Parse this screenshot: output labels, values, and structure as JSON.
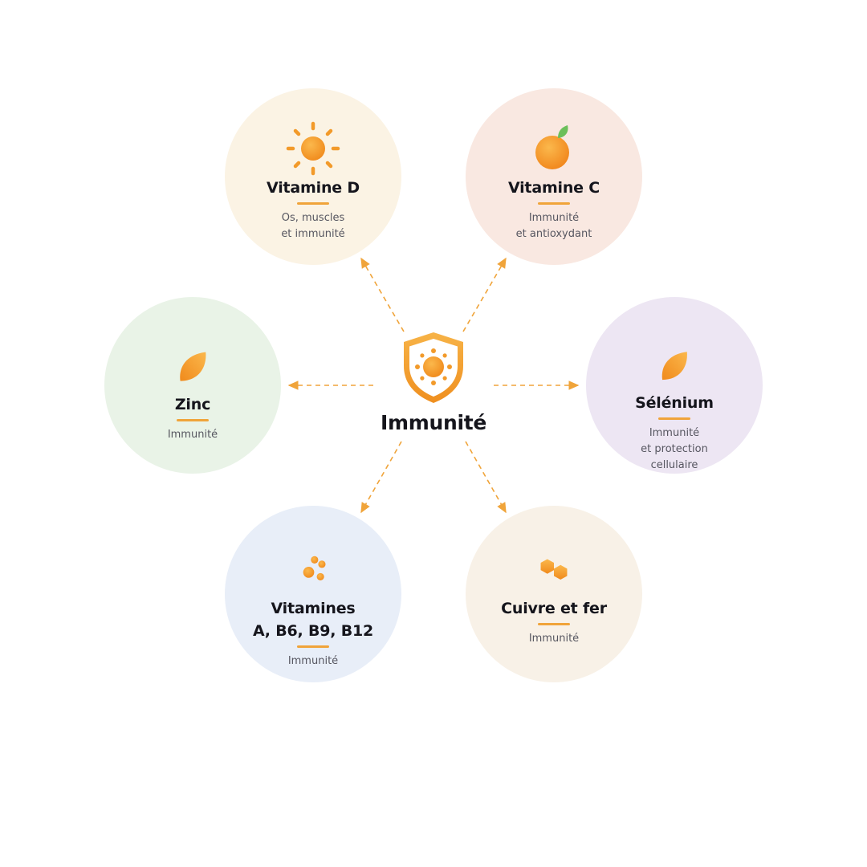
{
  "center": {
    "label": "Immunité",
    "icon": "shield-sun-icon"
  },
  "colors": {
    "accent": "#f0a43a",
    "orange": "#f5a02c",
    "leaf": "#6cbf5a"
  },
  "nodes": [
    {
      "id": "vitamine-d",
      "title": "Vitamine D",
      "desc": [
        "Os, muscles",
        "et immunité"
      ],
      "icon": "sun-icon",
      "bg": "#fbf3e4"
    },
    {
      "id": "vitamine-c",
      "title": "Vitamine C",
      "desc": [
        "Immunité",
        "et antioxydant"
      ],
      "icon": "orange-fruit-icon",
      "bg": "#f9e8e1"
    },
    {
      "id": "zinc",
      "title": "Zinc",
      "desc": [
        "Immunité"
      ],
      "icon": "leaf-icon",
      "bg": "#e9f3e7"
    },
    {
      "id": "selenium",
      "title": "Sélénium",
      "desc": [
        "Immunité",
        "et protection",
        "cellulaire"
      ],
      "icon": "leaf-icon",
      "bg": "#ede6f3"
    },
    {
      "id": "vitamines-b",
      "title": "Vitamines\nA, B6, B9, B12",
      "title_lines": [
        "Vitamines",
        "A, B6, B9, B12"
      ],
      "desc": [
        "Immunité"
      ],
      "icon": "molecules-icon",
      "bg": "#e8eef8"
    },
    {
      "id": "cuivre-fer",
      "title": "Cuivre et fer",
      "desc": [
        "Immunité"
      ],
      "icon": "hexagons-icon",
      "bg": "#f8f1e7"
    }
  ]
}
